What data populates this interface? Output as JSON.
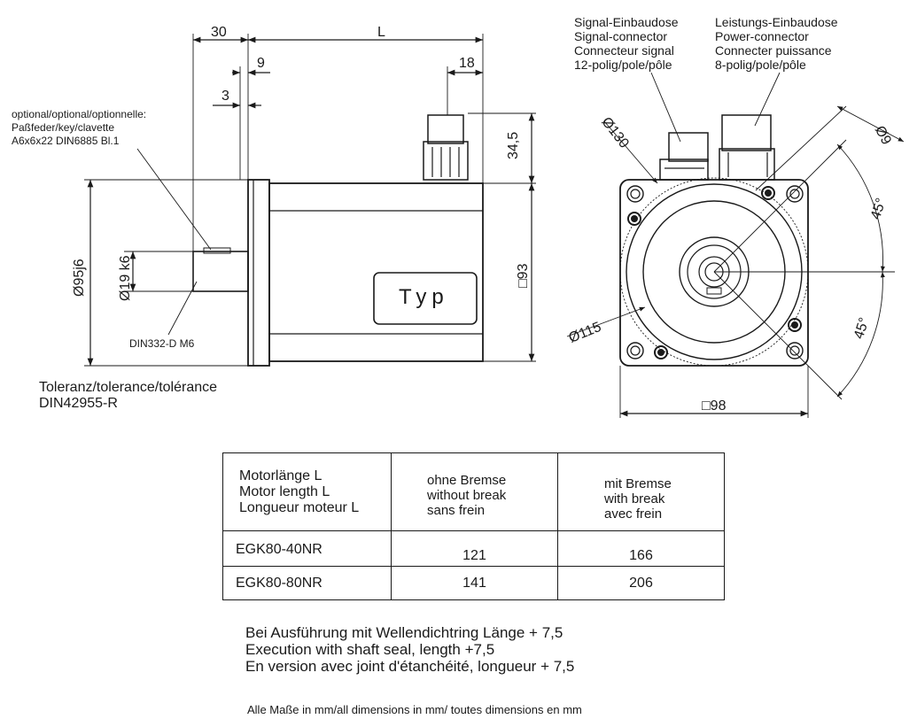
{
  "left_view": {
    "key_note": [
      "optional/optional/optionnelle:",
      "Paßfeder/key/clavette",
      "A6x6x22 DIN6885 Bl.1"
    ],
    "dim_30": "30",
    "dim_L": "L",
    "dim_9": "9",
    "dim_3": "3",
    "dim_18": "18",
    "dim_34_5": "34,5",
    "dim_95": "Ø95j6",
    "dim_19": "Ø19 k6",
    "dim_93": "□93",
    "plate_text": "Typ",
    "thread_note": "DIN332-D M6",
    "tolerance": [
      "Toleranz/tolerance/tolérance",
      "DIN42955-R"
    ]
  },
  "right_view": {
    "signal_connector": [
      "Signal-Einbaudose",
      "Signal-connector",
      "Connecteur signal",
      "12-polig/pole/pôle"
    ],
    "power_connector": [
      "Leistungs-Einbaudose",
      "Power-connector",
      "Connecter puissance",
      "8-polig/pole/pôle"
    ],
    "dim_130": "Ø130",
    "dim_115": "Ø115",
    "dim_9": "Ø9",
    "angle_top": "45°",
    "angle_bottom": "45°",
    "dim_98": "□98"
  },
  "table": {
    "header": {
      "col1": [
        "Motorlänge L",
        "Motor length L",
        "Longueur moteur L"
      ],
      "col2": [
        "ohne Bremse",
        "without break",
        "sans frein"
      ],
      "col3": [
        "mit Bremse",
        "with break",
        "avec frein"
      ]
    },
    "rows": [
      {
        "model": "EGK80-40NR",
        "without_brake": "121",
        "with_brake": "166"
      },
      {
        "model": "EGK80-80NR",
        "without_brake": "141",
        "with_brake": "206"
      }
    ]
  },
  "notes": [
    "Bei Ausführung mit Wellendichtring  Länge + 7,5",
    "Execution with shaft seal, length +7,5",
    "En version avec joint d'étanchéité, longueur + 7,5"
  ],
  "footer": "Alle Maße in mm/all dimensions in mm/ toutes dimensions en mm"
}
